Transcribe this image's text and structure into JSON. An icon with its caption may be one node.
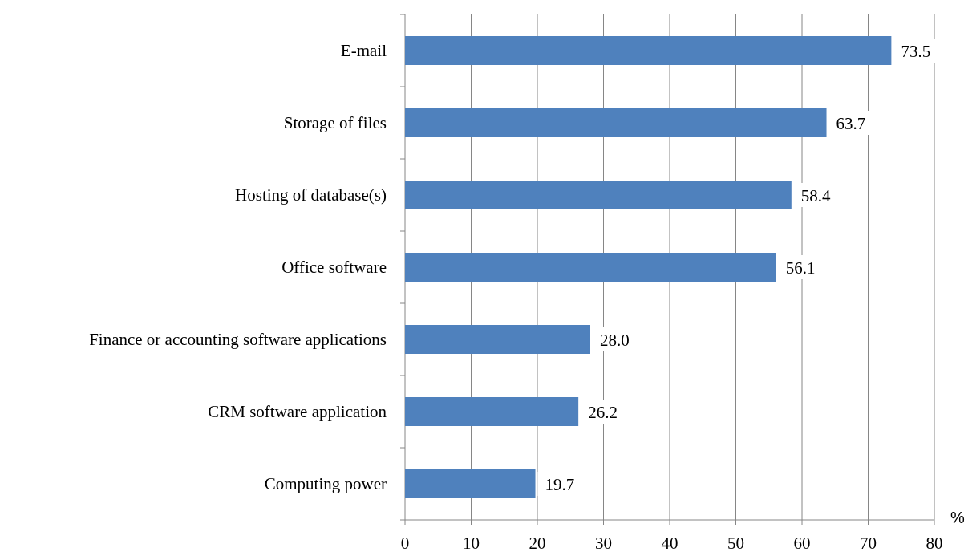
{
  "diagram": {
    "chart_data": {
      "type": "bar",
      "orientation": "horizontal",
      "xlabel": "%",
      "categories": [
        "E-mail",
        "Storage of files",
        "Hosting of database(s)",
        "Office software",
        "Finance or accounting software applications",
        "CRM software application",
        "Computing power"
      ],
      "series": [
        {
          "color": "#4f81bd",
          "values": [
            73.5,
            63.7,
            58.4,
            56.1,
            28.0,
            26.2,
            19.7
          ]
        }
      ],
      "xlim": [
        0,
        80
      ],
      "grid": true,
      "xticks": [
        0,
        10,
        20,
        30,
        40,
        50,
        60,
        70,
        80
      ],
      "value_labels": [
        "73.5",
        "63.7",
        "58.4",
        "56.1",
        "28.0",
        "26.2",
        "19.7"
      ]
    }
  }
}
